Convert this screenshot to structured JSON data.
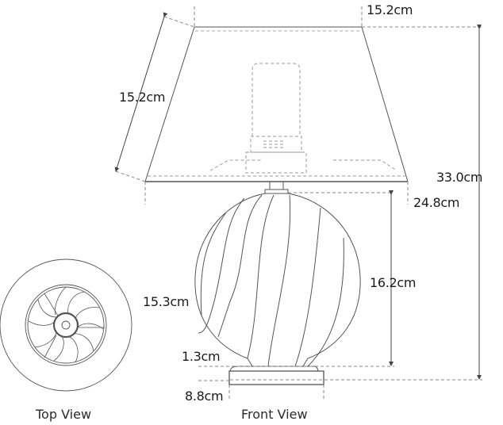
{
  "diagram": {
    "colors": {
      "line": "#555555",
      "dashed": "#9a9a9a",
      "text": "#1a1a1a"
    },
    "dimensions": {
      "shade_top_width": "15.2cm",
      "shade_slant_height": "15.2cm",
      "shade_bottom_width": "24.8cm",
      "overall_height": "33.0cm",
      "body_height": "16.2cm",
      "body_diameter": "15.3cm",
      "base_height": "1.3cm",
      "base_width": "8.8cm"
    },
    "views": {
      "top": "Top View",
      "front": "Front View"
    }
  }
}
